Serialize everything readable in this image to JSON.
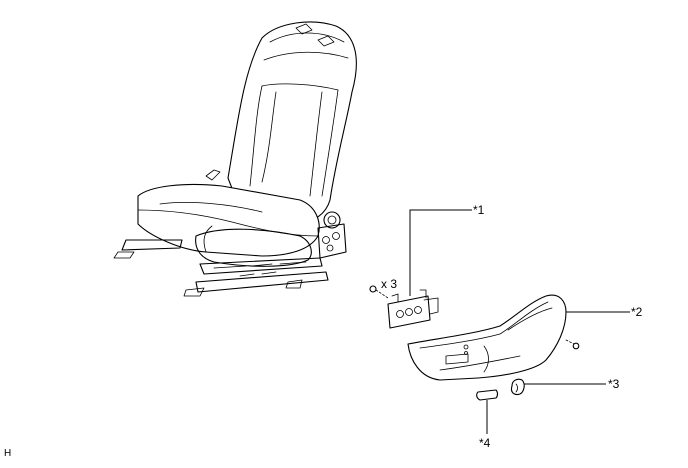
{
  "callouts": {
    "c1": "*1",
    "c2": "*2",
    "c3": "*3",
    "c4": "*4"
  },
  "screw_quantity": "x 3",
  "corner_code": "H"
}
